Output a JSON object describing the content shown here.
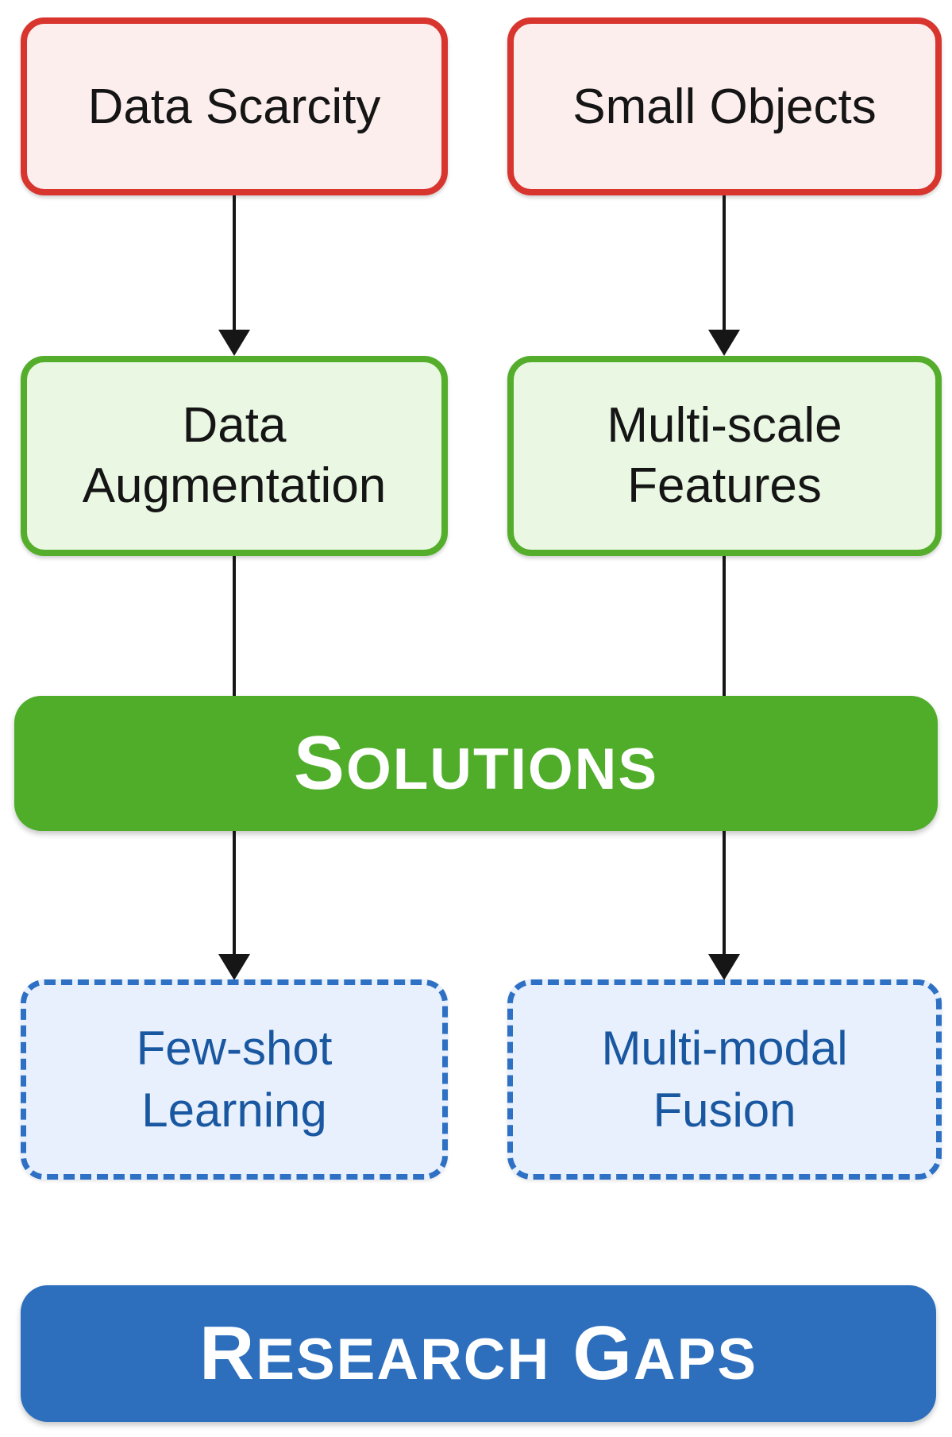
{
  "colors": {
    "problem_border": "#d8352e",
    "problem_fill": "#fdeeee",
    "solution_border": "#54ae2c",
    "solution_fill": "#e9f7e3",
    "solutions_banner_bg": "#4fad2a",
    "gap_border": "#2e71c4",
    "gap_fill": "#e7f0fc",
    "gap_text": "#1a57a1",
    "research_banner_bg": "#2d6fbd",
    "arrow": "#161616",
    "box_text": "#151515",
    "banner_text": "#ffffff"
  },
  "flowchart": {
    "problems": [
      {
        "label": "Data Scarcity"
      },
      {
        "label": "Small Objects"
      }
    ],
    "solutions": [
      {
        "label": "Data Augmentation"
      },
      {
        "label": "Multi-scale Features"
      }
    ],
    "solutions_banner": {
      "parts": [
        {
          "initial": "S",
          "rest": "OLUTIONS"
        }
      ]
    },
    "research_gaps": [
      {
        "label": "Few-shot Learning"
      },
      {
        "label": "Multi-modal Fusion"
      }
    ],
    "research_banner": {
      "parts": [
        {
          "initial": "R",
          "rest": "ESEARCH"
        },
        {
          "initial": "G",
          "rest": "APS"
        }
      ]
    }
  }
}
